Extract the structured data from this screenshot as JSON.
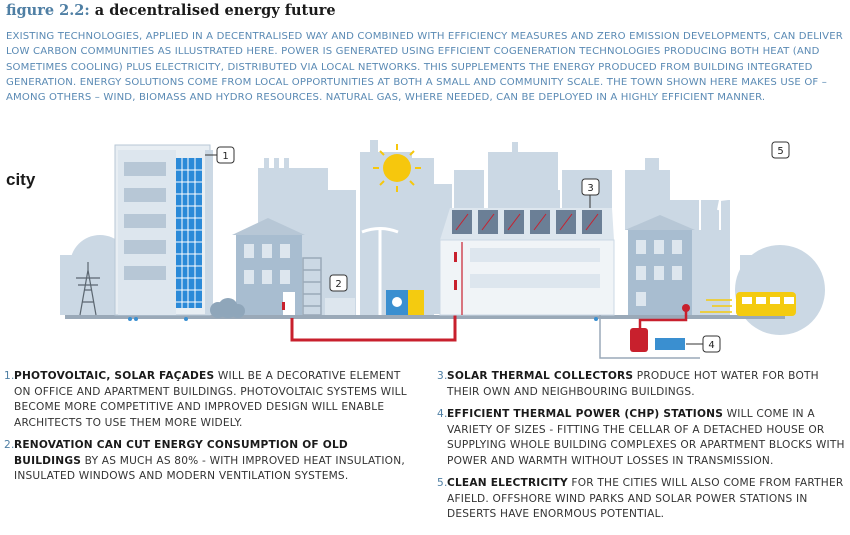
{
  "header": {
    "figure_number": "figure 2.2:",
    "title": "a decentralised energy future"
  },
  "intro_text": "Existing technologies, applied in a decentralised way and combined with efficiency measures and zero emission developments, can deliver low carbon communities as illustrated here. Power is generated using efficient cogeneration technologies producing both heat (and sometimes cooling) plus electricity, distributed via local networks. This supplements the energy produced from building integrated generation. Energy solutions come from local opportunities at both a small and community scale. The town shown here makes use of – among others – wind, biomass and hydro resources. Natural gas, where needed, can be deployed in a highly efficient manner.",
  "illustration": {
    "section_label": "city",
    "callouts": [
      "1",
      "2",
      "3",
      "4",
      "5"
    ],
    "colors": {
      "background_city": "#cbd8e4",
      "building_light": "#dde6ee",
      "building_mid": "#b7c7d6",
      "building_blue": "#a8bdd0",
      "solar_panel": "#2b8ad8",
      "thermal_collector": "#6b7f96",
      "accent_red": "#c8202d",
      "sun": "#f6c70d",
      "train": "#f4cb10",
      "line": "#9aa9b8"
    }
  },
  "notes": [
    {
      "num": "1.",
      "heading": "Photovoltaic, solar façades",
      "text": " will be a decorative element on office and apartment buildings. Photovoltaic systems will become more competitive and improved design will enable architects to use them more widely."
    },
    {
      "num": "2.",
      "heading": "Renovation can cut energy consumption of old buildings",
      "text": " by as much as 80% - with improved heat insulation, insulated windows and modern ventilation systems."
    },
    {
      "num": "3.",
      "heading": "Solar thermal collectors",
      "text": " produce hot water for both their own and neighbouring buildings."
    },
    {
      "num": "4.",
      "heading": "Efficient thermal power (CHP) stations",
      "text": " will come in a variety of sizes - fitting the cellar of a detached house or supplying whole building complexes or apartment blocks with power and warmth without losses in transmission."
    },
    {
      "num": "5.",
      "heading": "Clean electricity",
      "text": " for the cities will also come from farther afield. Offshore wind parks and solar power stations in deserts have enormous potential."
    }
  ]
}
